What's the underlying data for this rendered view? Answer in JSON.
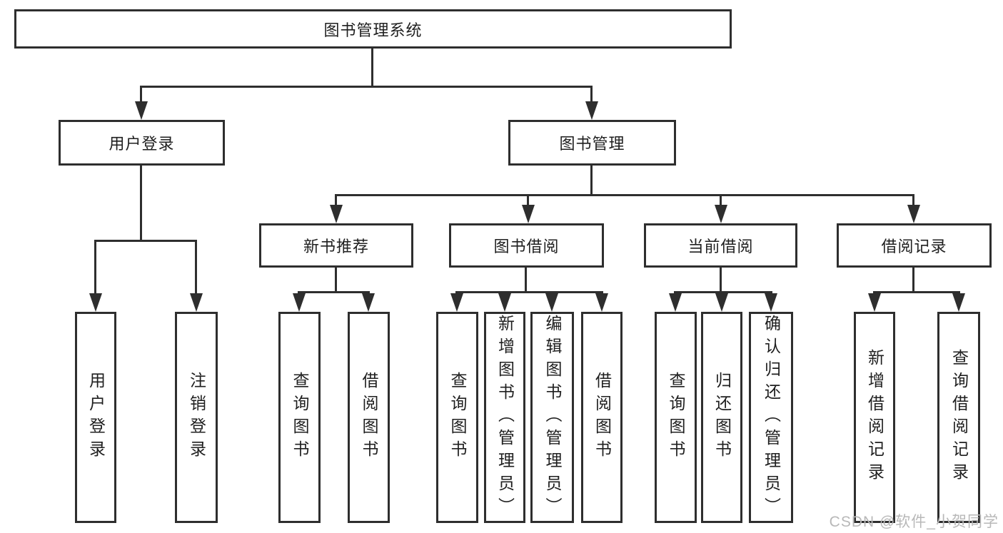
{
  "diagram": {
    "root_label": "图书管理系统",
    "level2": [
      {
        "label": "用户登录",
        "leaves": [
          "用户登录",
          "注销登录"
        ]
      },
      {
        "label": "图书管理",
        "children": [
          {
            "label": "新书推荐",
            "leaves": [
              "查询图书",
              "借阅图书"
            ]
          },
          {
            "label": "图书借阅",
            "leaves": [
              "查询图书",
              "新增图书（管理员）",
              "编辑图书（管理员）",
              "借阅图书"
            ]
          },
          {
            "label": "当前借阅",
            "leaves": [
              "查询图书",
              "归还图书",
              "确认归还（管理员）"
            ]
          },
          {
            "label": "借阅记录",
            "leaves": [
              "新增借阅记录",
              "查询借阅记录"
            ]
          }
        ]
      }
    ]
  },
  "watermark": {
    "text": "CSDN @软件_小贺同学"
  },
  "colors": {
    "line": "#2e2e2e",
    "box_border": "#2e2e2e",
    "box_background": "#ffffff",
    "text": "#1f1f1f",
    "watermark": "#b8b8b8",
    "page_background": "#ffffff"
  }
}
